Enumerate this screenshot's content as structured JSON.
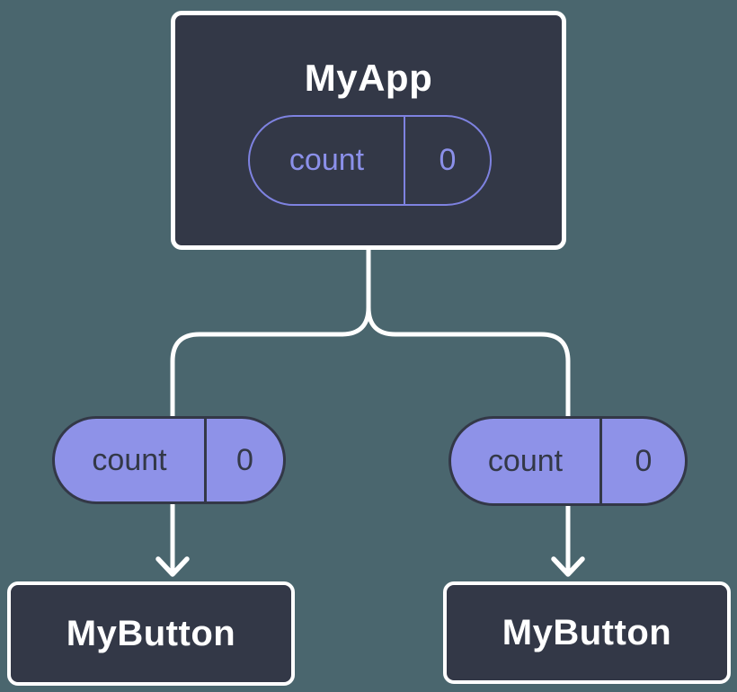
{
  "tree": {
    "root": {
      "title": "MyApp",
      "prop": {
        "name": "count",
        "value": "0"
      }
    },
    "children": [
      {
        "title": "MyButton",
        "prop": {
          "name": "count",
          "value": "0"
        }
      },
      {
        "title": "MyButton",
        "prop": {
          "name": "count",
          "value": "0"
        }
      }
    ]
  },
  "colors": {
    "background": "#4a666e",
    "node_fill": "#333847",
    "node_border": "#ffffff",
    "connector": "#ffffff",
    "pill_fill": "#8e92e8",
    "pill_outline": "#7e82e0",
    "pill_text_on_fill": "#333847",
    "pill_text_outline": "#8b90ea",
    "title_text": "#ffffff"
  }
}
